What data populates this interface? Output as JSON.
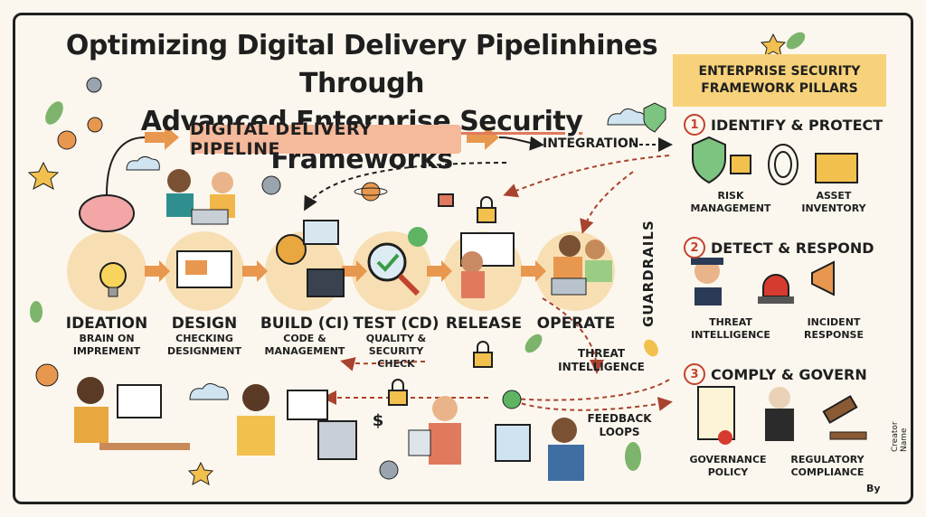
{
  "title": {
    "line1": "Optimizing Digital Delivery Pipelinhines Through",
    "line2_pre": "Advanced ",
    "line2_u1": "Enterprise",
    "line2_mid": " ",
    "line2_u2": "Security",
    "line2_post": " Frameworks"
  },
  "pipeline": {
    "banner": "DIGITAL DELIVERY PIPELINE",
    "integration": "INTEGRATION",
    "stages": [
      {
        "name": "IDEATION",
        "sub1": "BRAIN ON",
        "sub2": "IMPREMENT"
      },
      {
        "name": "DESIGN",
        "sub1": "CHECKING",
        "sub2": "DESIGNMENT"
      },
      {
        "name": "BUILD (CI)",
        "sub1": "CODE &",
        "sub2": "MANAGEMENT"
      },
      {
        "name": "TEST (CD)",
        "sub1": "QUALITY &",
        "sub2": "SECURITY",
        "sub3": "CHECK"
      },
      {
        "name": "RELEASE"
      },
      {
        "name": "OPERATE"
      }
    ],
    "guardrails": "GUARDRAILS",
    "threat": {
      "line1": "THREAT",
      "line2": "INTELLIGENCE"
    },
    "feedback": {
      "line1": "FEEDBACK",
      "line2": "LOOPS"
    },
    "dollar": "$"
  },
  "panel": {
    "header1": "ENTERPRISE SECURITY",
    "header2": "FRAMEWORK PILLARS",
    "sections": [
      {
        "num": "1",
        "title": "IDENTIFY & PROTECT",
        "items": [
          {
            "l1": "RISK",
            "l2": "MANAGEMENT"
          },
          {
            "l1": "ASSET",
            "l2": "INVENTORY"
          }
        ]
      },
      {
        "num": "2",
        "title": "DETECT & RESPOND",
        "items": [
          {
            "l1": "THREAT",
            "l2": "INTELLIGENCE"
          },
          {
            "l1": "INCIDENT",
            "l2": "RESPONSE"
          }
        ]
      },
      {
        "num": "3",
        "title": "COMPLY & GOVERN",
        "items": [
          {
            "l1": "GOVERNANCE",
            "l2": "POLICY"
          },
          {
            "l1": "REGULATORY",
            "l2": "COMPLIANCE"
          }
        ]
      }
    ]
  },
  "credit": {
    "creator": "Creator Name",
    "by": "By"
  },
  "colors": {
    "orange": "#e8974f",
    "red": "#c2432f",
    "panel": "#f7e4c2",
    "accent": "#f7d27a"
  }
}
